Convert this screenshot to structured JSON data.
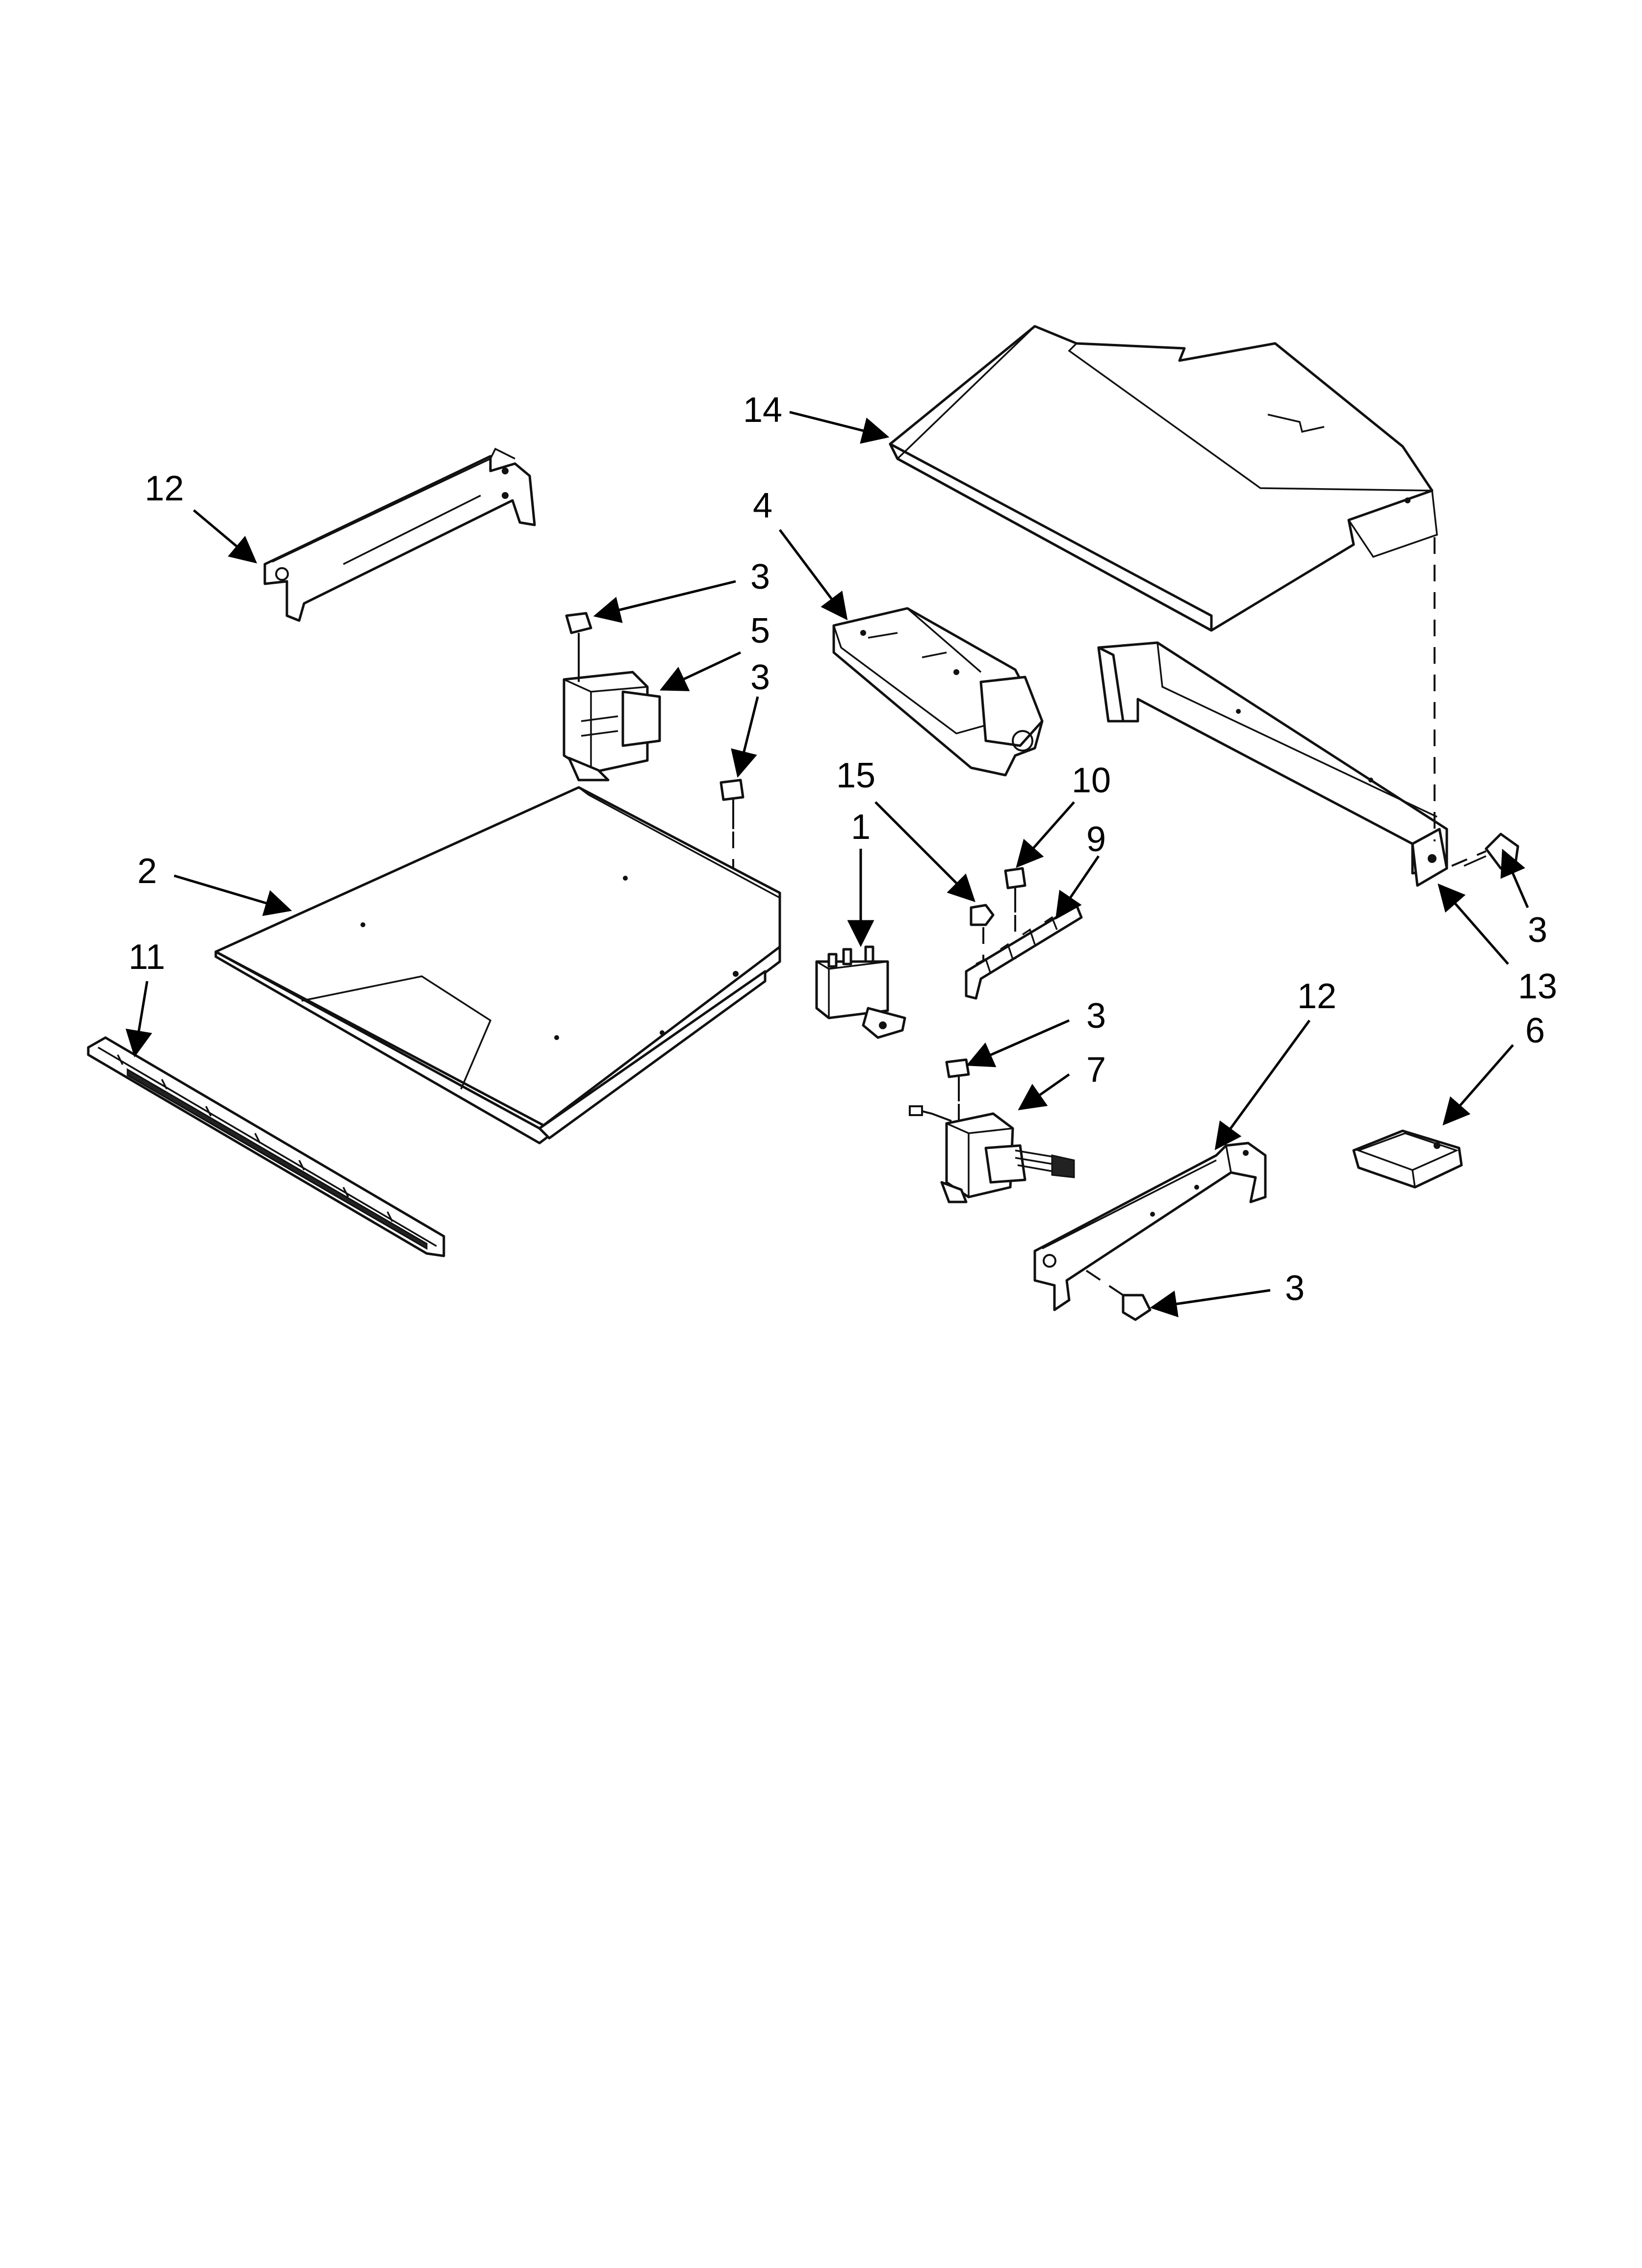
{
  "diagram": {
    "callouts": [
      {
        "id": "c14",
        "label": "14"
      },
      {
        "id": "c12a",
        "label": "12"
      },
      {
        "id": "c4",
        "label": "4"
      },
      {
        "id": "c3a",
        "label": "3"
      },
      {
        "id": "c5",
        "label": "5"
      },
      {
        "id": "c3b",
        "label": "3"
      },
      {
        "id": "c15",
        "label": "15"
      },
      {
        "id": "c10",
        "label": "10"
      },
      {
        "id": "c1",
        "label": "1"
      },
      {
        "id": "c9",
        "label": "9"
      },
      {
        "id": "c2",
        "label": "2"
      },
      {
        "id": "c11",
        "label": "11"
      },
      {
        "id": "c3c",
        "label": "3"
      },
      {
        "id": "c13",
        "label": "13"
      },
      {
        "id": "c12b",
        "label": "12"
      },
      {
        "id": "c6",
        "label": "6"
      },
      {
        "id": "c3d",
        "label": "3"
      },
      {
        "id": "c7",
        "label": "7"
      },
      {
        "id": "c3e",
        "label": "3"
      }
    ]
  }
}
